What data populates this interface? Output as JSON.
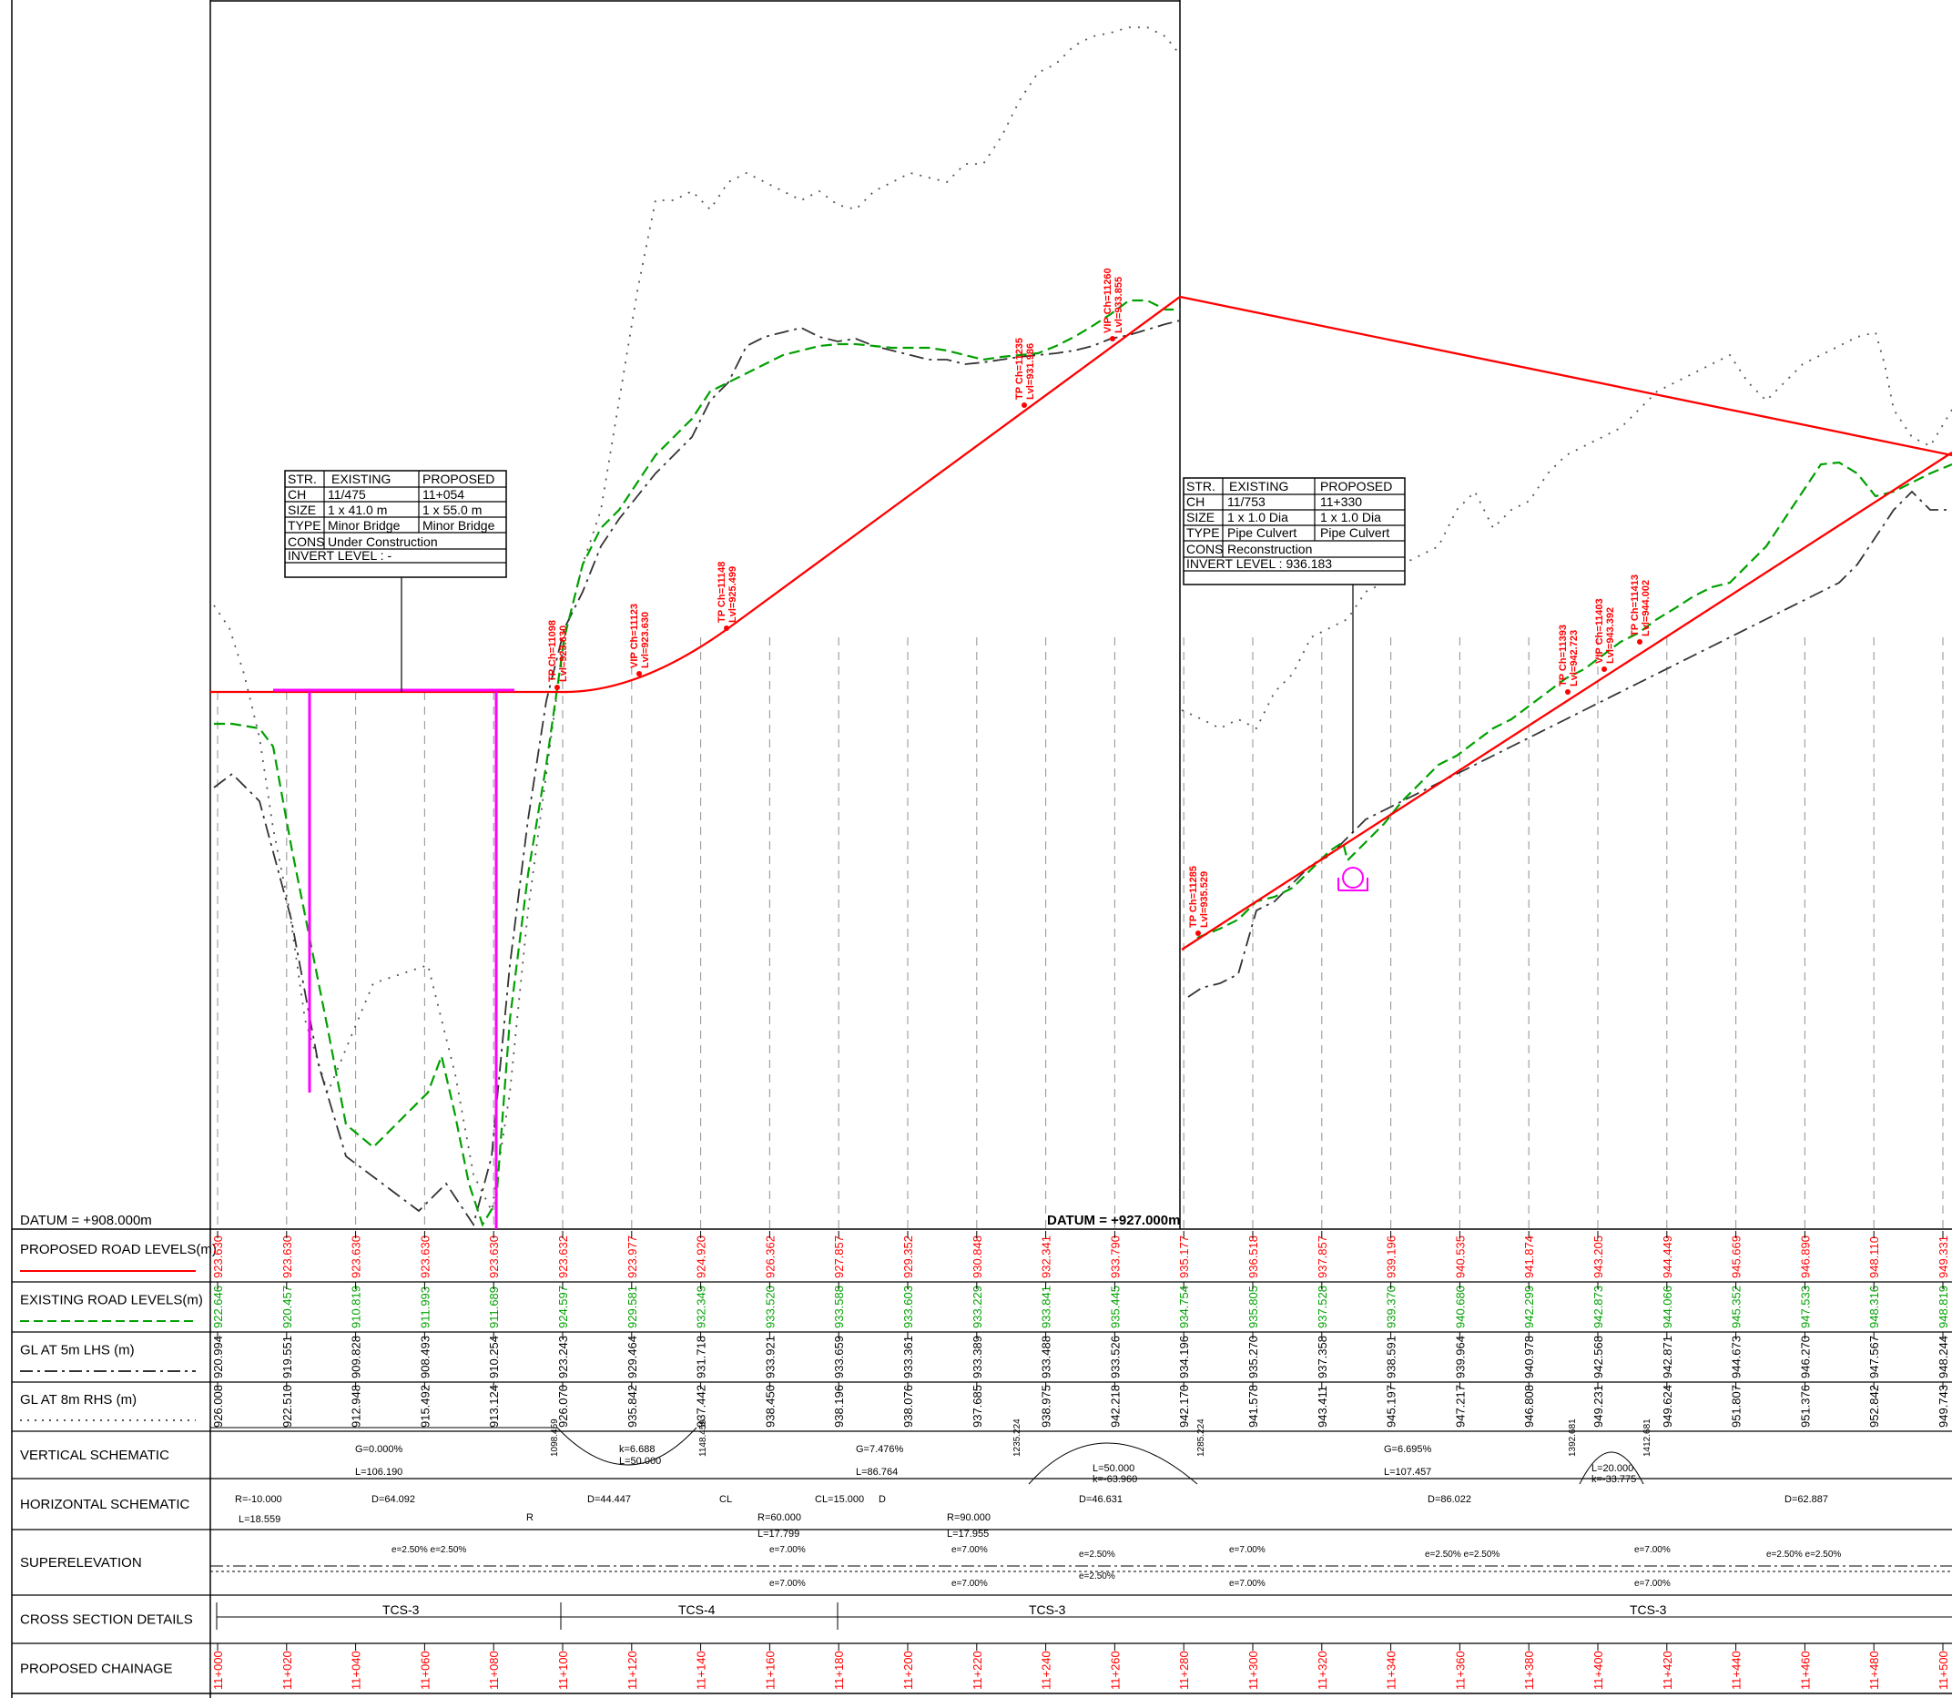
{
  "datums": {
    "left": "DATUM = +908.000m",
    "right": "DATUM = +927.000m"
  },
  "row_labels": [
    "PROPOSED ROAD LEVELS(m)",
    "EXISTING ROAD LEVELS(m)",
    "GL AT 5m LHS (m)",
    "GL AT 8m RHS (m)",
    "VERTICAL SCHEMATIC",
    "HORIZONTAL SCHEMATIC",
    "SUPERELEVATION",
    "CROSS SECTION DETAILS",
    "PROPOSED CHAINAGE"
  ],
  "colors": {
    "proposed": "#ff0000",
    "existing": "#00a000",
    "structure": "#ff00ff",
    "ink": "#000000",
    "grid": "#888888"
  },
  "chart_data": {
    "type": "line",
    "chainage": [
      "11+000",
      "11+020",
      "11+040",
      "11+060",
      "11+080",
      "11+100",
      "11+120",
      "11+140",
      "11+160",
      "11+180",
      "11+200",
      "11+220",
      "11+240",
      "11+260",
      "11+280",
      "11+300",
      "11+320",
      "11+340",
      "11+360",
      "11+380",
      "11+400",
      "11+420",
      "11+440",
      "11+460",
      "11+480",
      "11+500"
    ],
    "proposed_levels": [
      "923.630",
      "923.630",
      "923.630",
      "923.630",
      "923.630",
      "923.632",
      "923.977",
      "924.920",
      "926.362",
      "927.857",
      "929.352",
      "930.848",
      "932.341",
      "933.790",
      "935.177",
      "936.518",
      "937.857",
      "939.196",
      "940.535",
      "941.874",
      "943.205",
      "944.449",
      "945.669",
      "946.890",
      "948.110",
      "949.331"
    ],
    "existing_levels": [
      "922.646",
      "920.457",
      "910.819",
      "911.993",
      "911.689",
      "924.597",
      "929.581",
      "932.349",
      "933.520",
      "933.588",
      "933.603",
      "933.229",
      "933.841",
      "935.445",
      "934.754",
      "935.805",
      "937.528",
      "939.370",
      "940.680",
      "942.299",
      "942.873",
      "944.066",
      "945.352",
      "947.533",
      "948.316",
      "948.819"
    ],
    "gl_5m_lhs": [
      "920.994",
      "919.551",
      "909.828",
      "908.493",
      "910.254",
      "923.243",
      "929.464",
      "931.718",
      "933.921",
      "933.659",
      "933.361",
      "933.389",
      "933.488",
      "933.526",
      "934.196",
      "935.270",
      "937.358",
      "938.591",
      "939.964",
      "940.978",
      "942.568",
      "942.871",
      "944.673",
      "946.270",
      "947.567",
      "948.244"
    ],
    "gl_8m_rhs": [
      "926.008",
      "922.510",
      "912.948",
      "915.492",
      "913.124",
      "926.070",
      "935.842",
      "937.442",
      "938.450",
      "938.196",
      "938.076",
      "937.685",
      "938.975",
      "942.218",
      "942.170",
      "941.578",
      "943.411",
      "945.197",
      "947.217",
      "946.808",
      "949.231",
      "949.624",
      "951.807",
      "951.376",
      "952.842",
      "949.743"
    ],
    "datum_left": 908.0,
    "datum_right": 927.0
  },
  "points": [
    {
      "marker": "TP",
      "ch": "Ch=11098",
      "lvl": "Lvl=923.630"
    },
    {
      "marker": "VIP",
      "ch": "Ch=11123",
      "lvl": "Lvl=923.630"
    },
    {
      "marker": "TP",
      "ch": "Ch=11148",
      "lvl": "Lvl=925.499"
    },
    {
      "marker": "TP",
      "ch": "Ch=11235",
      "lvl": "Lvl=931.986"
    },
    {
      "marker": "VIP",
      "ch": "Ch=11260",
      "lvl": "Lvl=933.855"
    },
    {
      "marker": "TP",
      "ch": "Ch=11285",
      "lvl": "Lvl=935.529"
    },
    {
      "marker": "TP",
      "ch": "Ch=11393",
      "lvl": "Lvl=942.723"
    },
    {
      "marker": "VIP",
      "ch": "Ch=11403",
      "lvl": "Lvl=943.392"
    },
    {
      "marker": "TP",
      "ch": "Ch=11413",
      "lvl": "Lvl=944.002"
    }
  ],
  "structures": [
    {
      "header": [
        "STR.",
        "EXISTING",
        "PROPOSED"
      ],
      "rows": [
        [
          "CH",
          "11/475",
          "11+054"
        ],
        [
          "SIZE",
          "1 x 41.0 m",
          "1 x 55.0 m"
        ],
        [
          "TYPE",
          "Minor Bridge",
          "Minor Bridge"
        ],
        [
          "CONS",
          "Under Construction",
          ""
        ]
      ],
      "invert": "INVERT LEVEL : -"
    },
    {
      "header": [
        "STR.",
        "EXISTING",
        "PROPOSED"
      ],
      "rows": [
        [
          "CH",
          "11/753",
          "11+330"
        ],
        [
          "SIZE",
          "1 x 1.0 Dia",
          "1 x 1.0 Dia"
        ],
        [
          "TYPE",
          "Pipe Culvert",
          "Pipe Culvert"
        ],
        [
          "CONS",
          "Reconstruction",
          ""
        ]
      ],
      "invert": "INVERT LEVEL : 936.183"
    }
  ],
  "vertical": {
    "g1": "G=0.000%",
    "l1": "L=106.190",
    "t1": "1098.459",
    "k2": "k=6.688",
    "l2": "L=50.000",
    "t2": "1148.459",
    "g3": "G=7.476%",
    "l3": "L=86.764",
    "t3": "1235.224",
    "l4": "L=50.000",
    "k4": "k=-63.960",
    "t4": "1285.224",
    "g5": "G=6.695%",
    "l5": "L=107.457",
    "t5": "1392.681",
    "l6": "L=20.000",
    "k6": "k=-33.775",
    "t6": "1412.681"
  },
  "horizontal": {
    "r1": "R=-10.000",
    "rl1": "L=18.559",
    "d1": "D=64.092",
    "rr": "R",
    "d2": "D=44.447",
    "cl": "CL",
    "r2": "R=60.000",
    "rl2": "L=17.799",
    "clv": "CL=15.000",
    "d": "D",
    "r3": "R=90.000",
    "rl3": "L=17.955",
    "d3": "D=46.631",
    "d4": "D=86.022",
    "d5": "D=62.887"
  },
  "superelevation": {
    "flat": "e=2.50%  e=2.50%",
    "e7": "e=7.00%",
    "e25": "e=2.50%"
  },
  "cross_sections": [
    "TCS-3",
    "TCS-4",
    "TCS-3",
    "TCS-3"
  ]
}
